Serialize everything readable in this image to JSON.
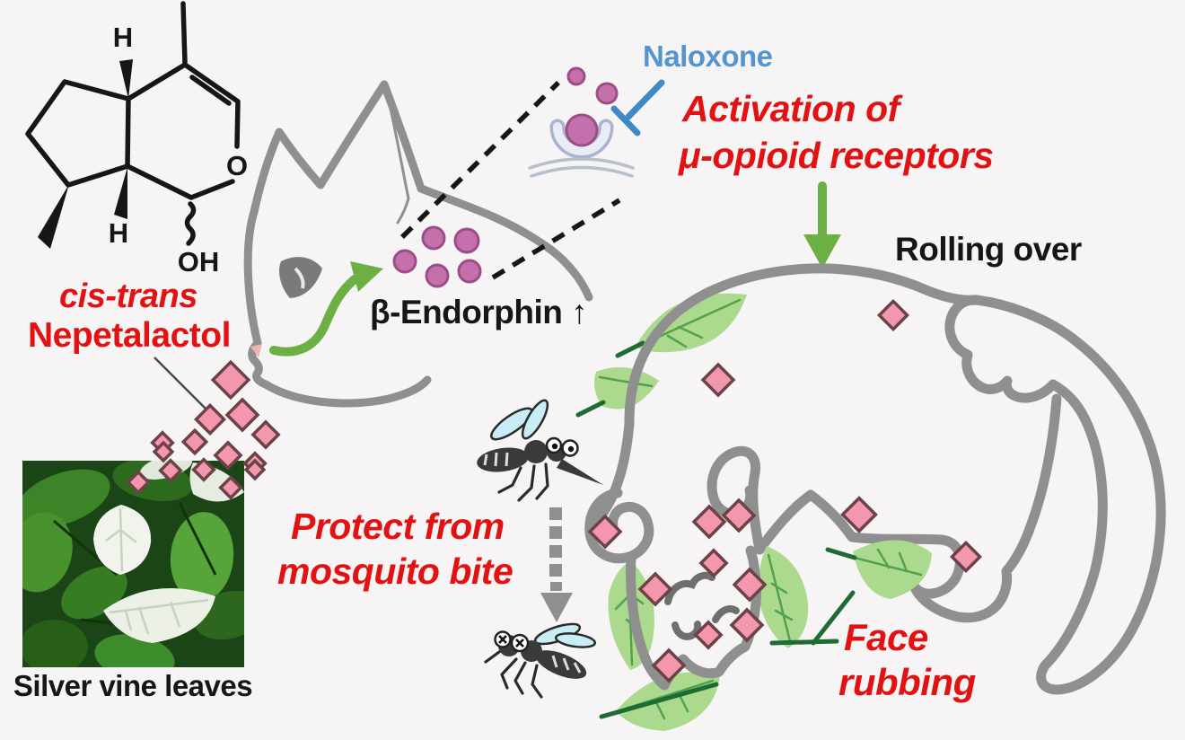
{
  "figure": {
    "description": "Diagram of silver vine (nepetalactol) response in cats: sniffing raises beta-endorphin, activating mu-opioid receptors (blocked by naloxone), causing rolling over and face rubbing that protects from mosquito bites."
  },
  "labels": {
    "naloxone": "Naloxone",
    "activation_line1": "Activation of",
    "activation_line2": "μ-opioid receptors",
    "rolling_over": "Rolling over",
    "beta_endorphin": "β-Endorphin ↑",
    "cis_trans": "cis-trans",
    "nepetalactol": "Nepetalactol",
    "silver_vine": "Silver vine leaves",
    "protect_line1": "Protect from",
    "protect_line2": "mosquito bite",
    "face_line1": "Face",
    "face_line2": "rubbing"
  },
  "molecule": {
    "name": "cis-trans Nepetalactol",
    "atoms": {
      "h_top": "H",
      "h_bottom": "H",
      "o": "O",
      "oh": "OH"
    }
  },
  "icons": [
    "nepetalactol-structure",
    "silver-vine-photo",
    "pink-diamond (nepetalactol molecule)",
    "sniffing-cat-head",
    "beta-endorphin-circle",
    "mu-opioid-receptor-icon",
    "naloxone-inhibitor-arrow",
    "zoom-dashed-lines",
    "green-down-arrow",
    "rolling-cat",
    "leaf",
    "mosquito-alive-icon",
    "mosquito-dead-icon",
    "gray-dashed-arrow"
  ],
  "colors": {
    "bg": "#f7f4f5",
    "black": "#161616",
    "red": "#e21212",
    "blue": "#5595cf",
    "inhibitor": "#3f8ac4",
    "green": "#6cb044",
    "gray": "#8f8f8f",
    "circle_fill": "#c470ad",
    "circle_stroke": "#9c4d85",
    "diamond_fill": "#f297ae",
    "diamond_stroke": "#6b4347",
    "leaf": "#abd98e",
    "leaf_vein": "#55a04e",
    "stem": "#1e6b33",
    "receptor": "#e9ecf5",
    "receptor_rim": "#a9b5d0",
    "membrane": "#b6c0cc",
    "wing": "#c9edf4",
    "bug": "#3a3a3a",
    "photo_bg": "#1c4517"
  }
}
